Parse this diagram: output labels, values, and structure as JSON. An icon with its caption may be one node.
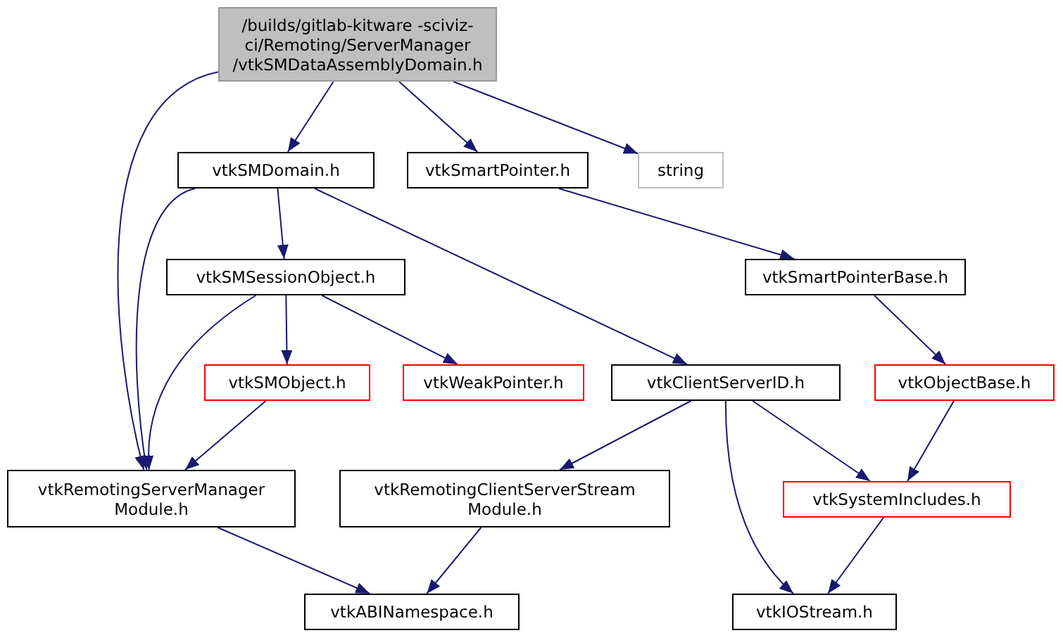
{
  "diagram": {
    "nodes": [
      {
        "text": [
          "/builds/gitlab-kitware -sciviz-ci/Remoting/ServerManager /vtkSMDataAssemblyDomain.h"
        ]
      },
      {
        "text": [
          "vtkSMDomain.h"
        ]
      },
      {
        "text": [
          "vtkSmartPointer.h"
        ]
      },
      {
        "text": [
          "string"
        ]
      },
      {
        "text": [
          "vtkSMSessionObject.h"
        ]
      },
      {
        "text": [
          "vtkSmartPointerBase.h"
        ]
      },
      {
        "text": [
          "vtkSMObject.h"
        ]
      },
      {
        "text": [
          "vtkWeakPointer.h"
        ]
      },
      {
        "text": [
          "vtkClientServerID.h"
        ]
      },
      {
        "text": [
          "vtkObjectBase.h"
        ]
      },
      {
        "text": [
          "vtkRemotingServerManager Module.h"
        ]
      },
      {
        "text": [
          "vtkRemotingClientServerStream Module.h"
        ]
      },
      {
        "text": [
          "vtkSystemIncludes.h"
        ]
      },
      {
        "text": [
          "vtkABINamespace.h"
        ]
      },
      {
        "text": [
          "vtkIOStream.h"
        ]
      }
    ],
    "edges": [
      {
        "from": 0,
        "to": 10,
        "arrow": "to"
      },
      {
        "from": 0,
        "to": 1,
        "arrow": "to"
      },
      {
        "from": 0,
        "to": 2,
        "arrow": "to"
      },
      {
        "from": 0,
        "to": 3,
        "arrow": "to"
      },
      {
        "from": 1,
        "to": 10,
        "arrow": "to"
      },
      {
        "from": 1,
        "to": 4,
        "arrow": "to"
      },
      {
        "from": 1,
        "to": 8,
        "arrow": "to"
      },
      {
        "from": 2,
        "to": 5,
        "arrow": "to"
      },
      {
        "from": 4,
        "to": 10,
        "arrow": "to"
      },
      {
        "from": 4,
        "to": 6,
        "arrow": "to"
      },
      {
        "from": 4,
        "to": 7,
        "arrow": "to"
      },
      {
        "from": 6,
        "to": 10,
        "arrow": "to"
      },
      {
        "from": 5,
        "to": 9,
        "arrow": "to"
      },
      {
        "from": 8,
        "to": 11,
        "arrow": "to"
      },
      {
        "from": 8,
        "to": 12,
        "arrow": "to"
      },
      {
        "from": 8,
        "to": 14,
        "arrow": "to"
      },
      {
        "from": 9,
        "to": 12,
        "arrow": "to"
      },
      {
        "from": 10,
        "to": 13,
        "arrow": "to"
      },
      {
        "from": 11,
        "to": 13,
        "arrow": "to"
      },
      {
        "from": 12,
        "to": 14,
        "arrow": "to"
      }
    ]
  }
}
